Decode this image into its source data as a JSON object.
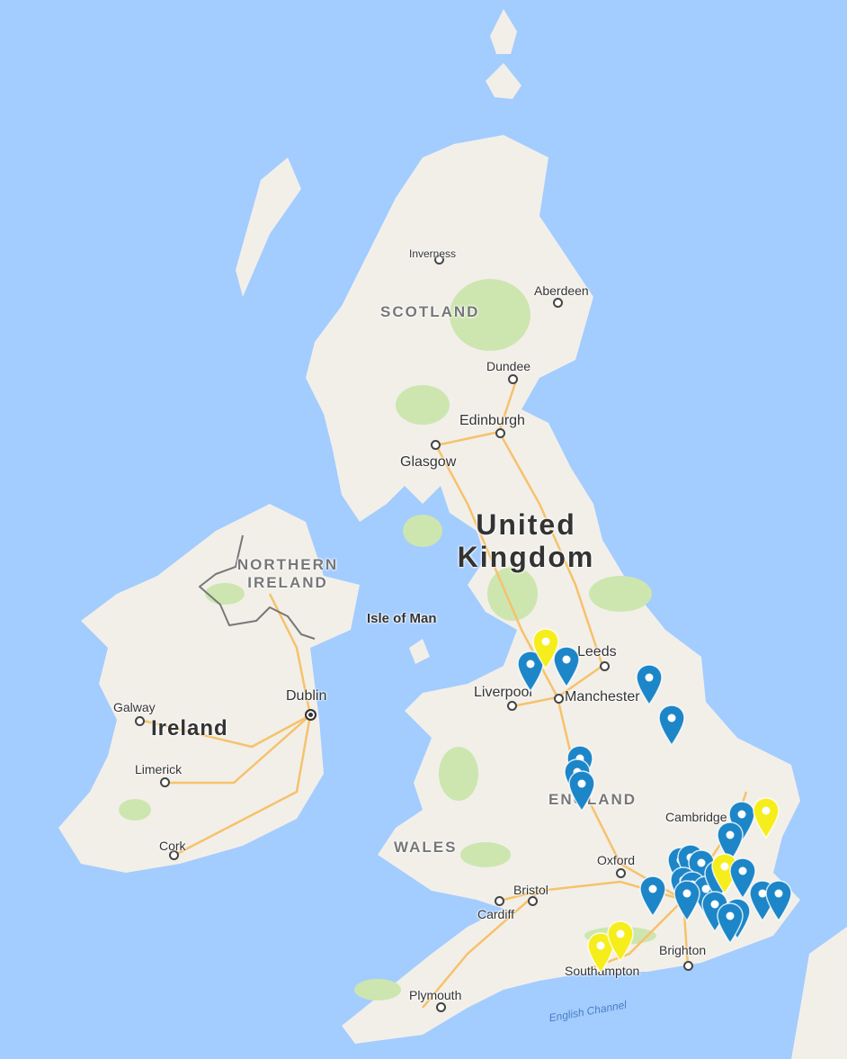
{
  "map": {
    "colors": {
      "water": "#a3ccff",
      "land": "#f2efe9",
      "park": "#cde6b0",
      "road": "#f6c26b",
      "border": "#777777",
      "marker_blue": "#1c86c8",
      "marker_yellow": "#f6ee1c"
    },
    "labels": {
      "scotland": "SCOTLAND",
      "northern_ireland": "NORTHERN IRELAND",
      "england": "ENGLAND",
      "wales": "WALES",
      "united_kingdom": "United Kingdom",
      "ireland": "Ireland",
      "isle_of_man": "Isle of Man",
      "english_channel": "English Channel"
    },
    "cities": {
      "inverness": "Inverness",
      "aberdeen": "Aberdeen",
      "dundee": "Dundee",
      "edinburgh": "Edinburgh",
      "glasgow": "Glasgow",
      "leeds": "Leeds",
      "liverpool": "Liverpool",
      "manchester": "Manchester",
      "dublin": "Dublin",
      "galway": "Galway",
      "limerick": "Limerick",
      "cork": "Cork",
      "cambridge": "Cambridge",
      "oxford": "Oxford",
      "bristol": "Bristol",
      "cardiff": "Cardiff",
      "brighton": "Brighton",
      "southampton": "Southampton",
      "plymouth": "Plymouth"
    },
    "marker_icon": "map-pin-icon"
  }
}
